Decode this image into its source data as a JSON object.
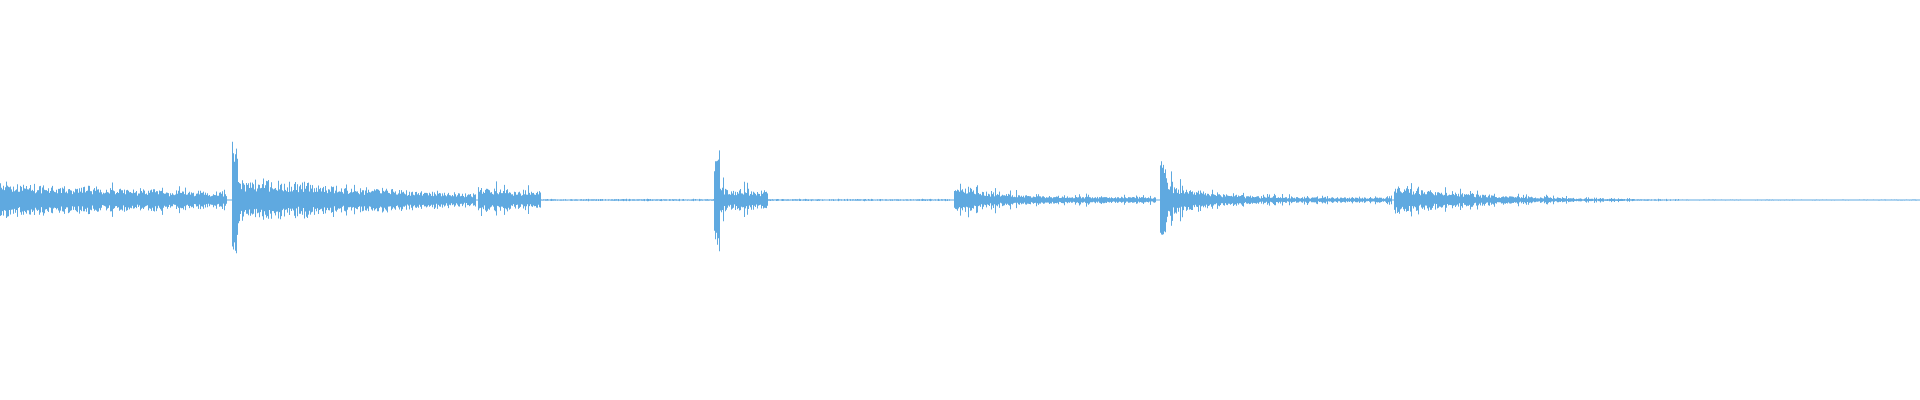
{
  "waveform": {
    "color": "#5fa9e0",
    "background": "#ffffff",
    "segments": [
      {
        "start": 0.0,
        "end": 0.118,
        "attack": 0.085,
        "decay": 0.035,
        "texture": "rough"
      },
      {
        "start": 0.121,
        "end": 0.248,
        "attack": 0.105,
        "decay": 0.03,
        "texture": "dense",
        "peak": 0.26
      },
      {
        "start": 0.249,
        "end": 0.282,
        "attack": 0.085,
        "decay": 0.045,
        "texture": "bursty"
      },
      {
        "start": 0.282,
        "end": 0.372,
        "attack": 0.006,
        "decay": 0.0,
        "texture": "flat"
      },
      {
        "start": 0.372,
        "end": 0.4,
        "attack": 0.075,
        "decay": 0.05,
        "texture": "bursty",
        "peak": 0.23
      },
      {
        "start": 0.4,
        "end": 0.495,
        "attack": 0.006,
        "decay": 0.0,
        "texture": "flat"
      },
      {
        "start": 0.497,
        "end": 0.602,
        "attack": 0.085,
        "decay": 0.015,
        "texture": "bursty"
      },
      {
        "start": 0.604,
        "end": 0.725,
        "attack": 0.095,
        "decay": 0.012,
        "texture": "bursty",
        "peak": 0.2
      },
      {
        "start": 0.726,
        "end": 1.0,
        "attack": 0.075,
        "decay": 0.0,
        "texture": "bursty"
      }
    ]
  }
}
